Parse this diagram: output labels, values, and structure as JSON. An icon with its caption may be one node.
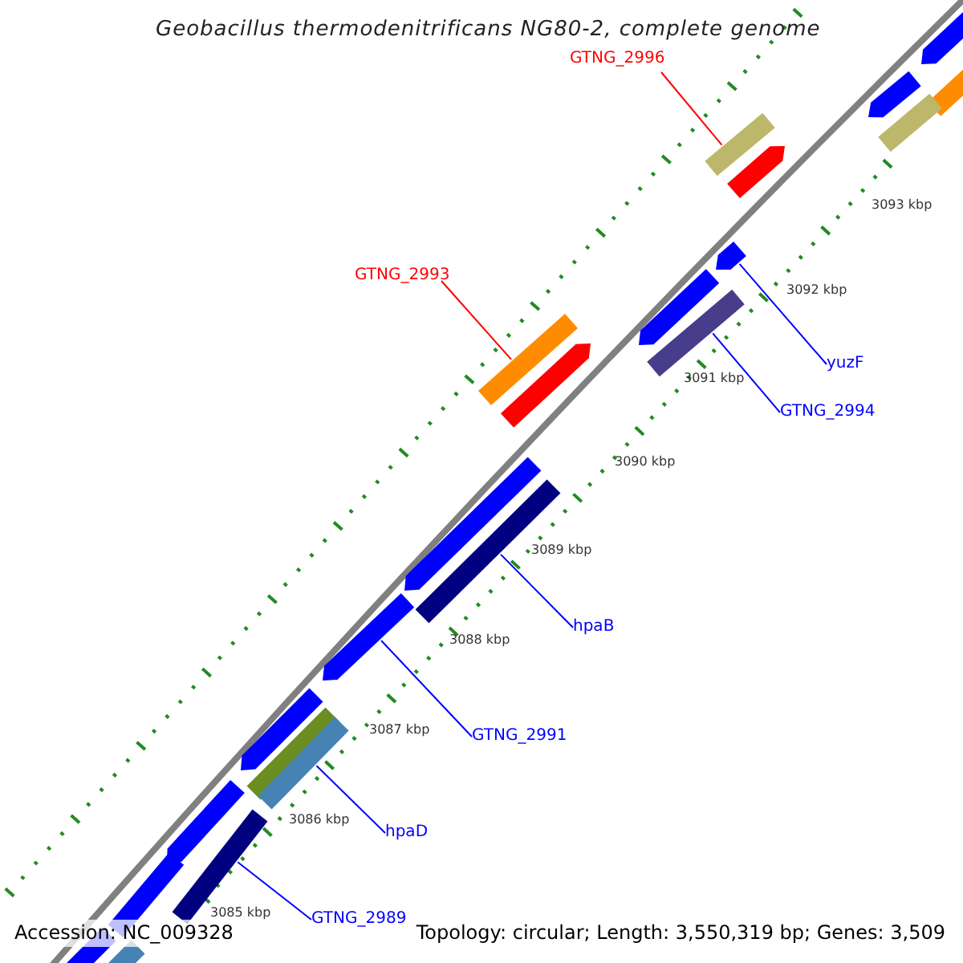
{
  "diagram": {
    "title": "Geobacillus thermodenitrificans NG80-2, complete genome",
    "nodes": [
      {
        "text": [
          "GTNG_2996"
        ]
      },
      {
        "text": [
          "GTNG_2993"
        ]
      },
      {
        "text": [
          "yuzF"
        ]
      },
      {
        "text": [
          "GTNG_2994"
        ]
      },
      {
        "text": [
          "hpaB"
        ]
      },
      {
        "text": [
          "GTNG_2991"
        ]
      },
      {
        "text": [
          "hpaD"
        ]
      },
      {
        "text": [
          "GTNG_2989"
        ]
      },
      {
        "text": [],
        "shape": "bar"
      },
      {
        "text": [],
        "shape": "bar"
      },
      {
        "text": [],
        "shape": "bar"
      },
      {
        "text": [],
        "shape": "bar"
      },
      {
        "text": [],
        "shape": "bar"
      },
      {
        "text": [],
        "shape": "bar"
      },
      {
        "text": [],
        "shape": "bar"
      },
      {
        "text": [],
        "shape": "bar"
      },
      {
        "text": [],
        "shape": "bar"
      },
      {
        "text": [],
        "shape": "bar"
      },
      {
        "text": [],
        "shape": "bar"
      },
      {
        "text": [],
        "shape": "bar"
      },
      {
        "text": [],
        "shape": "bar"
      },
      {
        "text": [],
        "shape": "bar"
      },
      {
        "text": [],
        "shape": "bar"
      },
      {
        "text": [],
        "shape": "bar"
      },
      {
        "text": [],
        "shape": "bar"
      },
      {
        "text": [],
        "shape": "bar"
      },
      {
        "text": [],
        "shape": "bar"
      },
      {
        "text": [],
        "shape": "bar"
      },
      {
        "text": [],
        "shape": "bar"
      },
      {
        "text": [],
        "shape": "bar"
      }
    ],
    "edges": [
      {
        "from": 0,
        "to": 12,
        "arrow": "none",
        "color": "#ff0000"
      },
      {
        "from": 1,
        "to": 17,
        "arrow": "none",
        "color": "#ff0000"
      },
      {
        "from": 2,
        "to": 14,
        "arrow": "none"
      },
      {
        "from": 3,
        "to": 16,
        "arrow": "none"
      },
      {
        "from": 4,
        "to": 20,
        "arrow": "none"
      },
      {
        "from": 5,
        "to": 21,
        "arrow": "none"
      },
      {
        "from": 6,
        "to": 24,
        "arrow": "none"
      },
      {
        "from": 7,
        "to": 26,
        "arrow": "none"
      }
    ],
    "labels": [
      "3093 kbp",
      "3092 kbp",
      "3091 kbp",
      "3090 kbp",
      "3089 kbp",
      "3088 kbp",
      "3087 kbp",
      "3086 kbp",
      "3085 kbp",
      "Accession: NC_009328",
      "Topology: circular; Length: 3,550,319 bp; Genes: 3,509"
    ]
  }
}
